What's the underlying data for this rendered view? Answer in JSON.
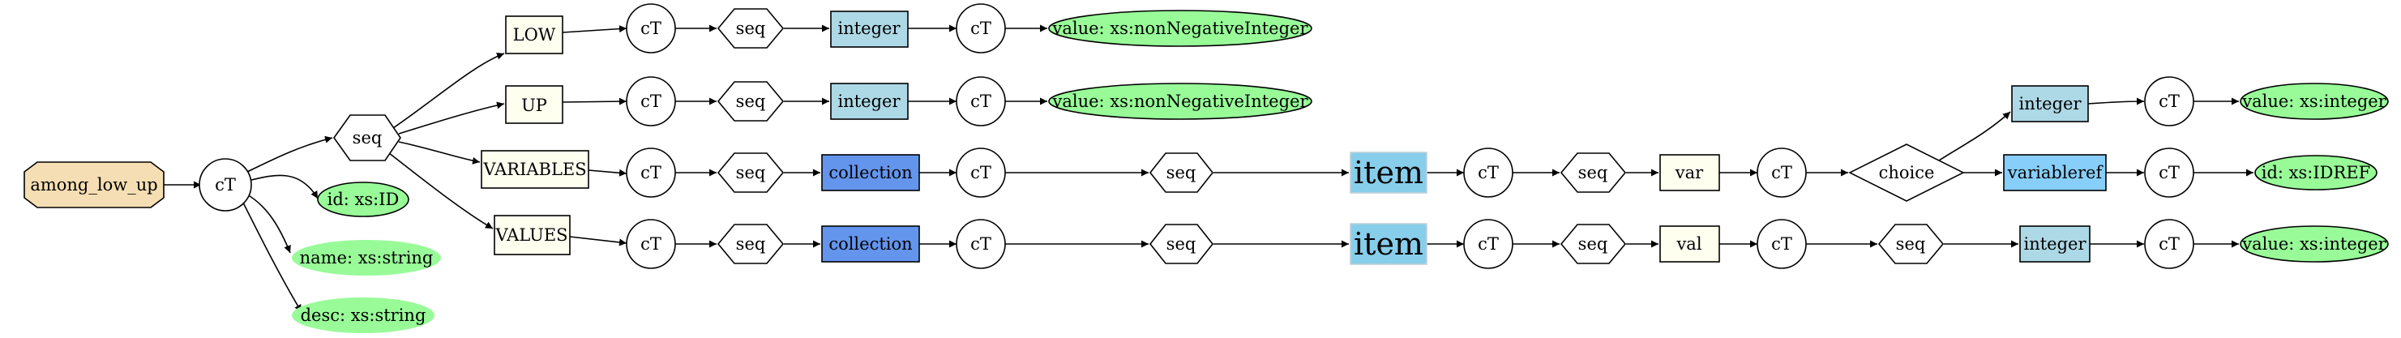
{
  "colors": {
    "root_fill": "#f5deb3",
    "element_fill": "#fffff0",
    "type_fill": "#add8e6",
    "collection_fill": "#6495ed",
    "item_fill": "#87ceeb",
    "variableref_fill": "#87cefa",
    "attribute_fill": "#98fb98",
    "edge": "#000000"
  },
  "labels": {
    "root": "among_low_up",
    "ct": "cT",
    "seq": "seq",
    "choice": "choice",
    "id_attr": "id: xs:ID",
    "name_attr": "name: xs:string",
    "desc_attr": "desc: xs:string",
    "low": "LOW",
    "up": "UP",
    "variables": "VARIABLES",
    "values": "VALUES",
    "integer": "integer",
    "collection": "collection",
    "item": "item",
    "var": "var",
    "val": "val",
    "variableref": "variableref",
    "value_nonneg": "value: xs:nonNegativeInteger",
    "value_int": "value: xs:integer",
    "id_idref": "id: xs:IDREF"
  }
}
